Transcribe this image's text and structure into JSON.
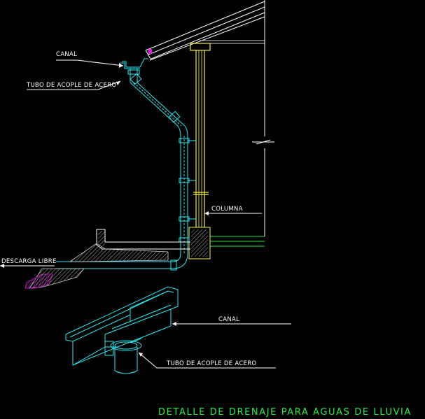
{
  "drawing": {
    "title": "DETALLE DE DRENAJE PARA AGUAS DE LLUVIA",
    "labels": {
      "canal_top": "CANAL",
      "tubo_top": "TUBO DE ACOPLE DE ACERO",
      "columna": "COLUMNA",
      "descarga": "DESCARGA LIBRE",
      "canal_bottom": "CANAL",
      "tubo_bottom": "TUBO DE ACOPLE DE ACERO"
    },
    "colors": {
      "background": "#000000",
      "pipe": "#2ee8f0",
      "column": "#f5f04a",
      "wall": "#ffffff",
      "roof": "#ffffff",
      "accent": "#e020e0",
      "ground_fill": "#b0b0b0",
      "green_line": "#2fe84a",
      "title": "#2fe84a"
    }
  }
}
